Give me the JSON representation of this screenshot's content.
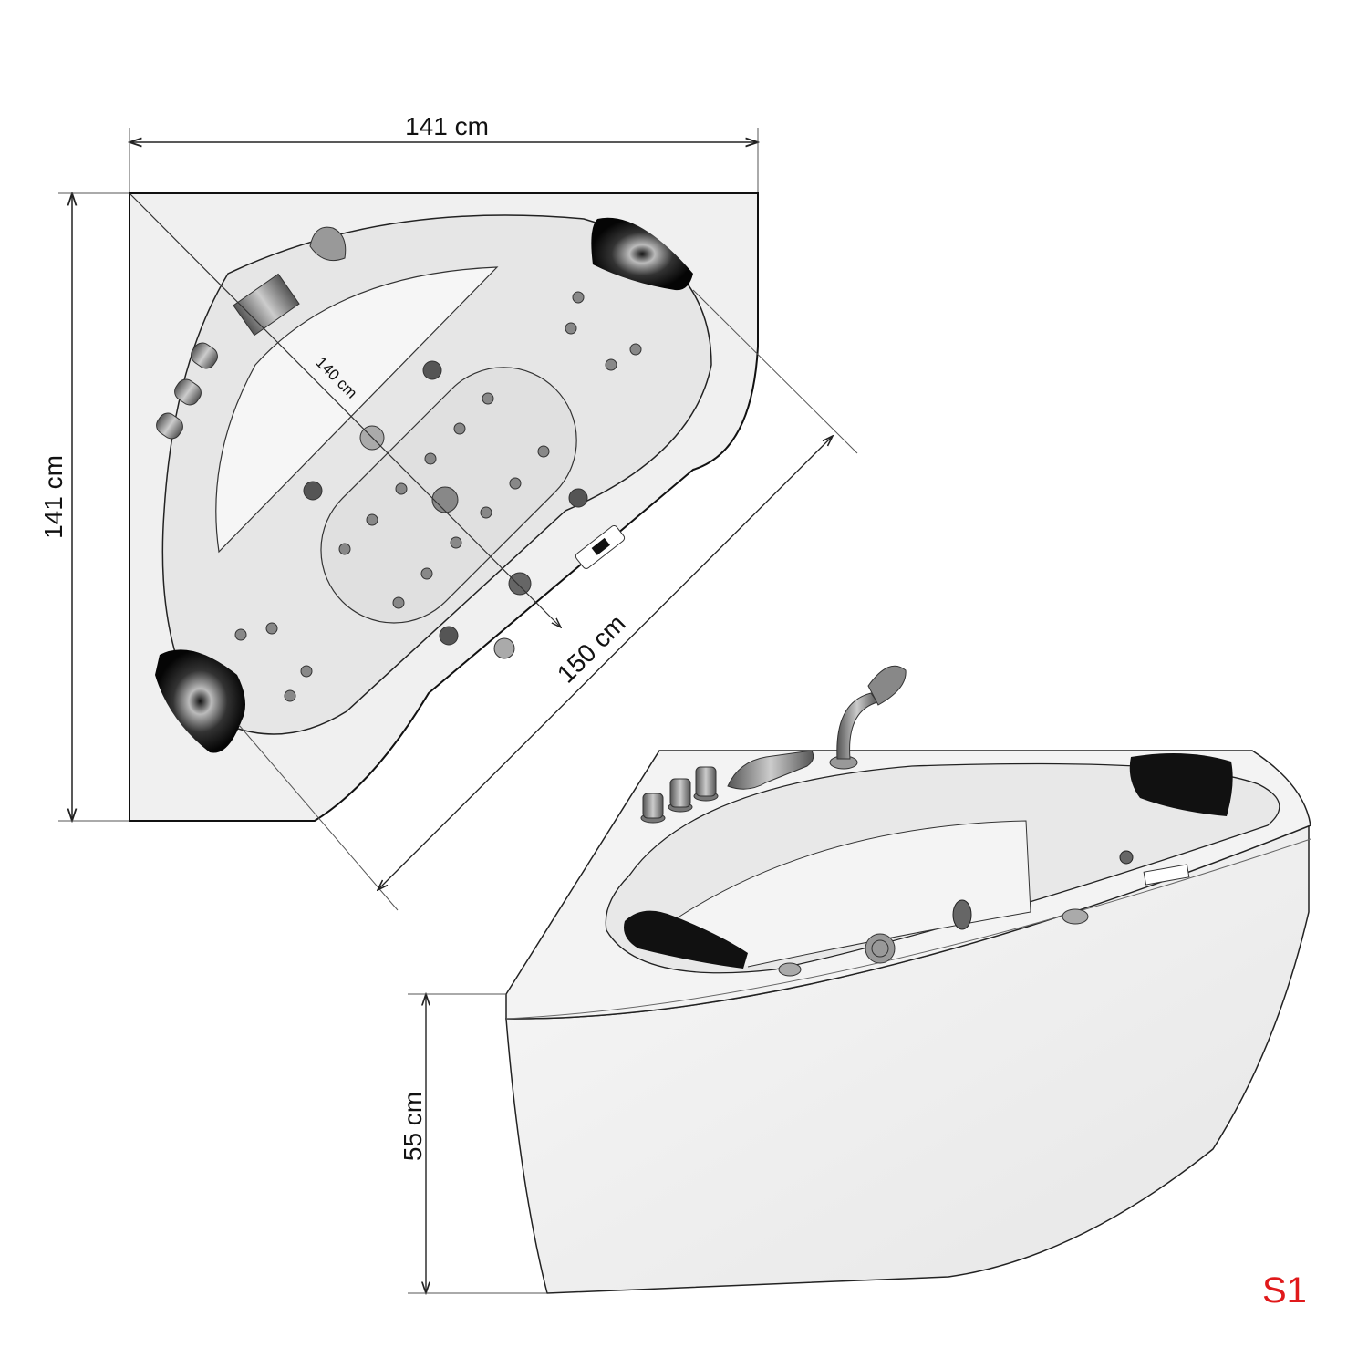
{
  "title": "Corner whirlpool bathtub dimension drawing",
  "dimensions": {
    "width_top": "141 cm",
    "depth_left": "141 cm",
    "diagonal_inner": "140 cm",
    "diagonal_front": "150 cm",
    "height": "55 cm"
  },
  "views": [
    "top-view",
    "perspective-view"
  ],
  "model_label": "S1",
  "colors": {
    "model_label": "#e0191b",
    "outline": "#222222",
    "tub_fill": "#e9e9e9",
    "deck_fill": "#f4f4f4",
    "headrest": "#111111"
  }
}
